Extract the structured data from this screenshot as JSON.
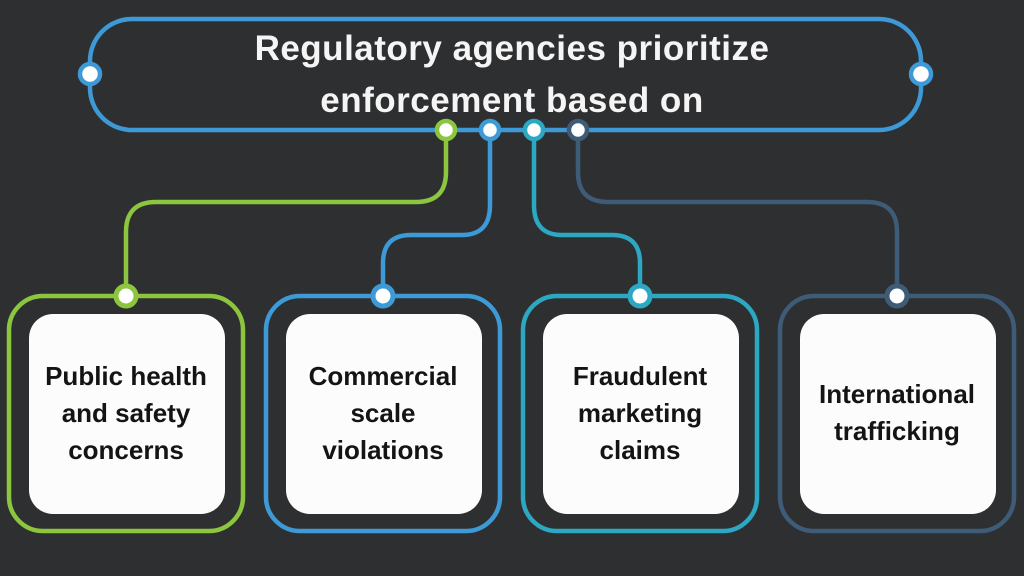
{
  "diagram": {
    "title": "Regulatory agencies prioritize\nenforcement based on",
    "boxes": [
      {
        "label": "Public health\nand safety\nconcerns",
        "color": "#8cc63f"
      },
      {
        "label": "Commercial\nscale\nviolations",
        "color": "#3d9ad6"
      },
      {
        "label": "Fraudulent\nmarketing\nclaims",
        "color": "#2ca8c2"
      },
      {
        "label": "International\ntrafficking",
        "color": "#3e5c77"
      }
    ],
    "colors": {
      "background": "#2e2f31",
      "title_border": "#3d9ad6",
      "node_fill": "#ffffff",
      "box_fill": "#fcfcfc",
      "box_text": "#141414",
      "title_text": "#f5f5f5"
    }
  }
}
